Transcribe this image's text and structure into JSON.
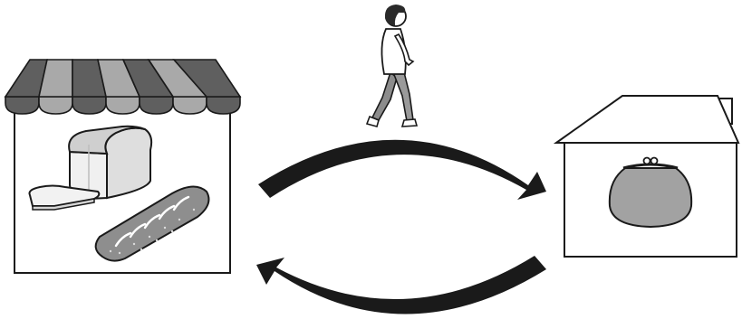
{
  "scene": {
    "left_building": "bakery",
    "right_building": "house",
    "items": [
      "bread-loaf-icon",
      "bread-slice-icon",
      "baguette-icon",
      "purse-icon",
      "walking-person-icon"
    ],
    "arrows": [
      {
        "name": "arrow-to-house",
        "direction": "left-to-right",
        "position": "top"
      },
      {
        "name": "arrow-to-bakery",
        "direction": "right-to-left",
        "position": "bottom"
      }
    ]
  },
  "colors": {
    "outline": "#1a1a1a",
    "arrow": "#1a1a1a",
    "awning_dark": "#5f5f5f",
    "awning_light": "#a9a9a9",
    "bread_crust": "#dcdcdc",
    "bread_light": "#f2f2f2",
    "baguette": "#8e8e8e",
    "purse": "#a2a2a2",
    "person_pants": "#8c8c8c",
    "person_hair": "#2a2a2a"
  }
}
